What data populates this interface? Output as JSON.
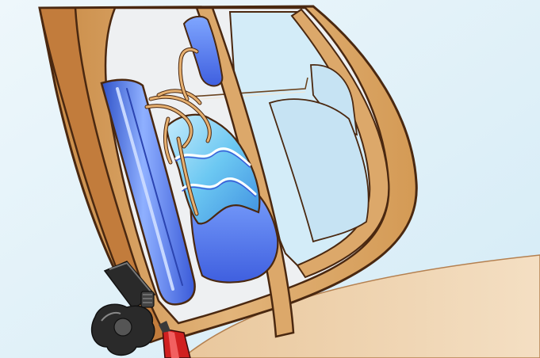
{
  "illustration": {
    "subject": "cutaway-seat-backrest-with-air-bladders",
    "colors": {
      "background": "#dff0f8",
      "shell": "#dca86a",
      "shell_dark": "#b87838",
      "outline": "#4a2810",
      "pad_blue": "#4a70e0",
      "pad_blue_light": "#8fb0ff",
      "bladder_cyan": "#5fc0ef",
      "bladder_light": "#bfe6fa",
      "bladder_dark": "#3a5ad8",
      "inner_panel": "#eef0f2",
      "knob": "#2a2a2a",
      "lever_red": "#d02020"
    },
    "icons": [
      "backrest-frame",
      "lumbar-side-bladder",
      "lumbar-bladders",
      "air-tubes",
      "adjust-knob",
      "lever"
    ]
  }
}
